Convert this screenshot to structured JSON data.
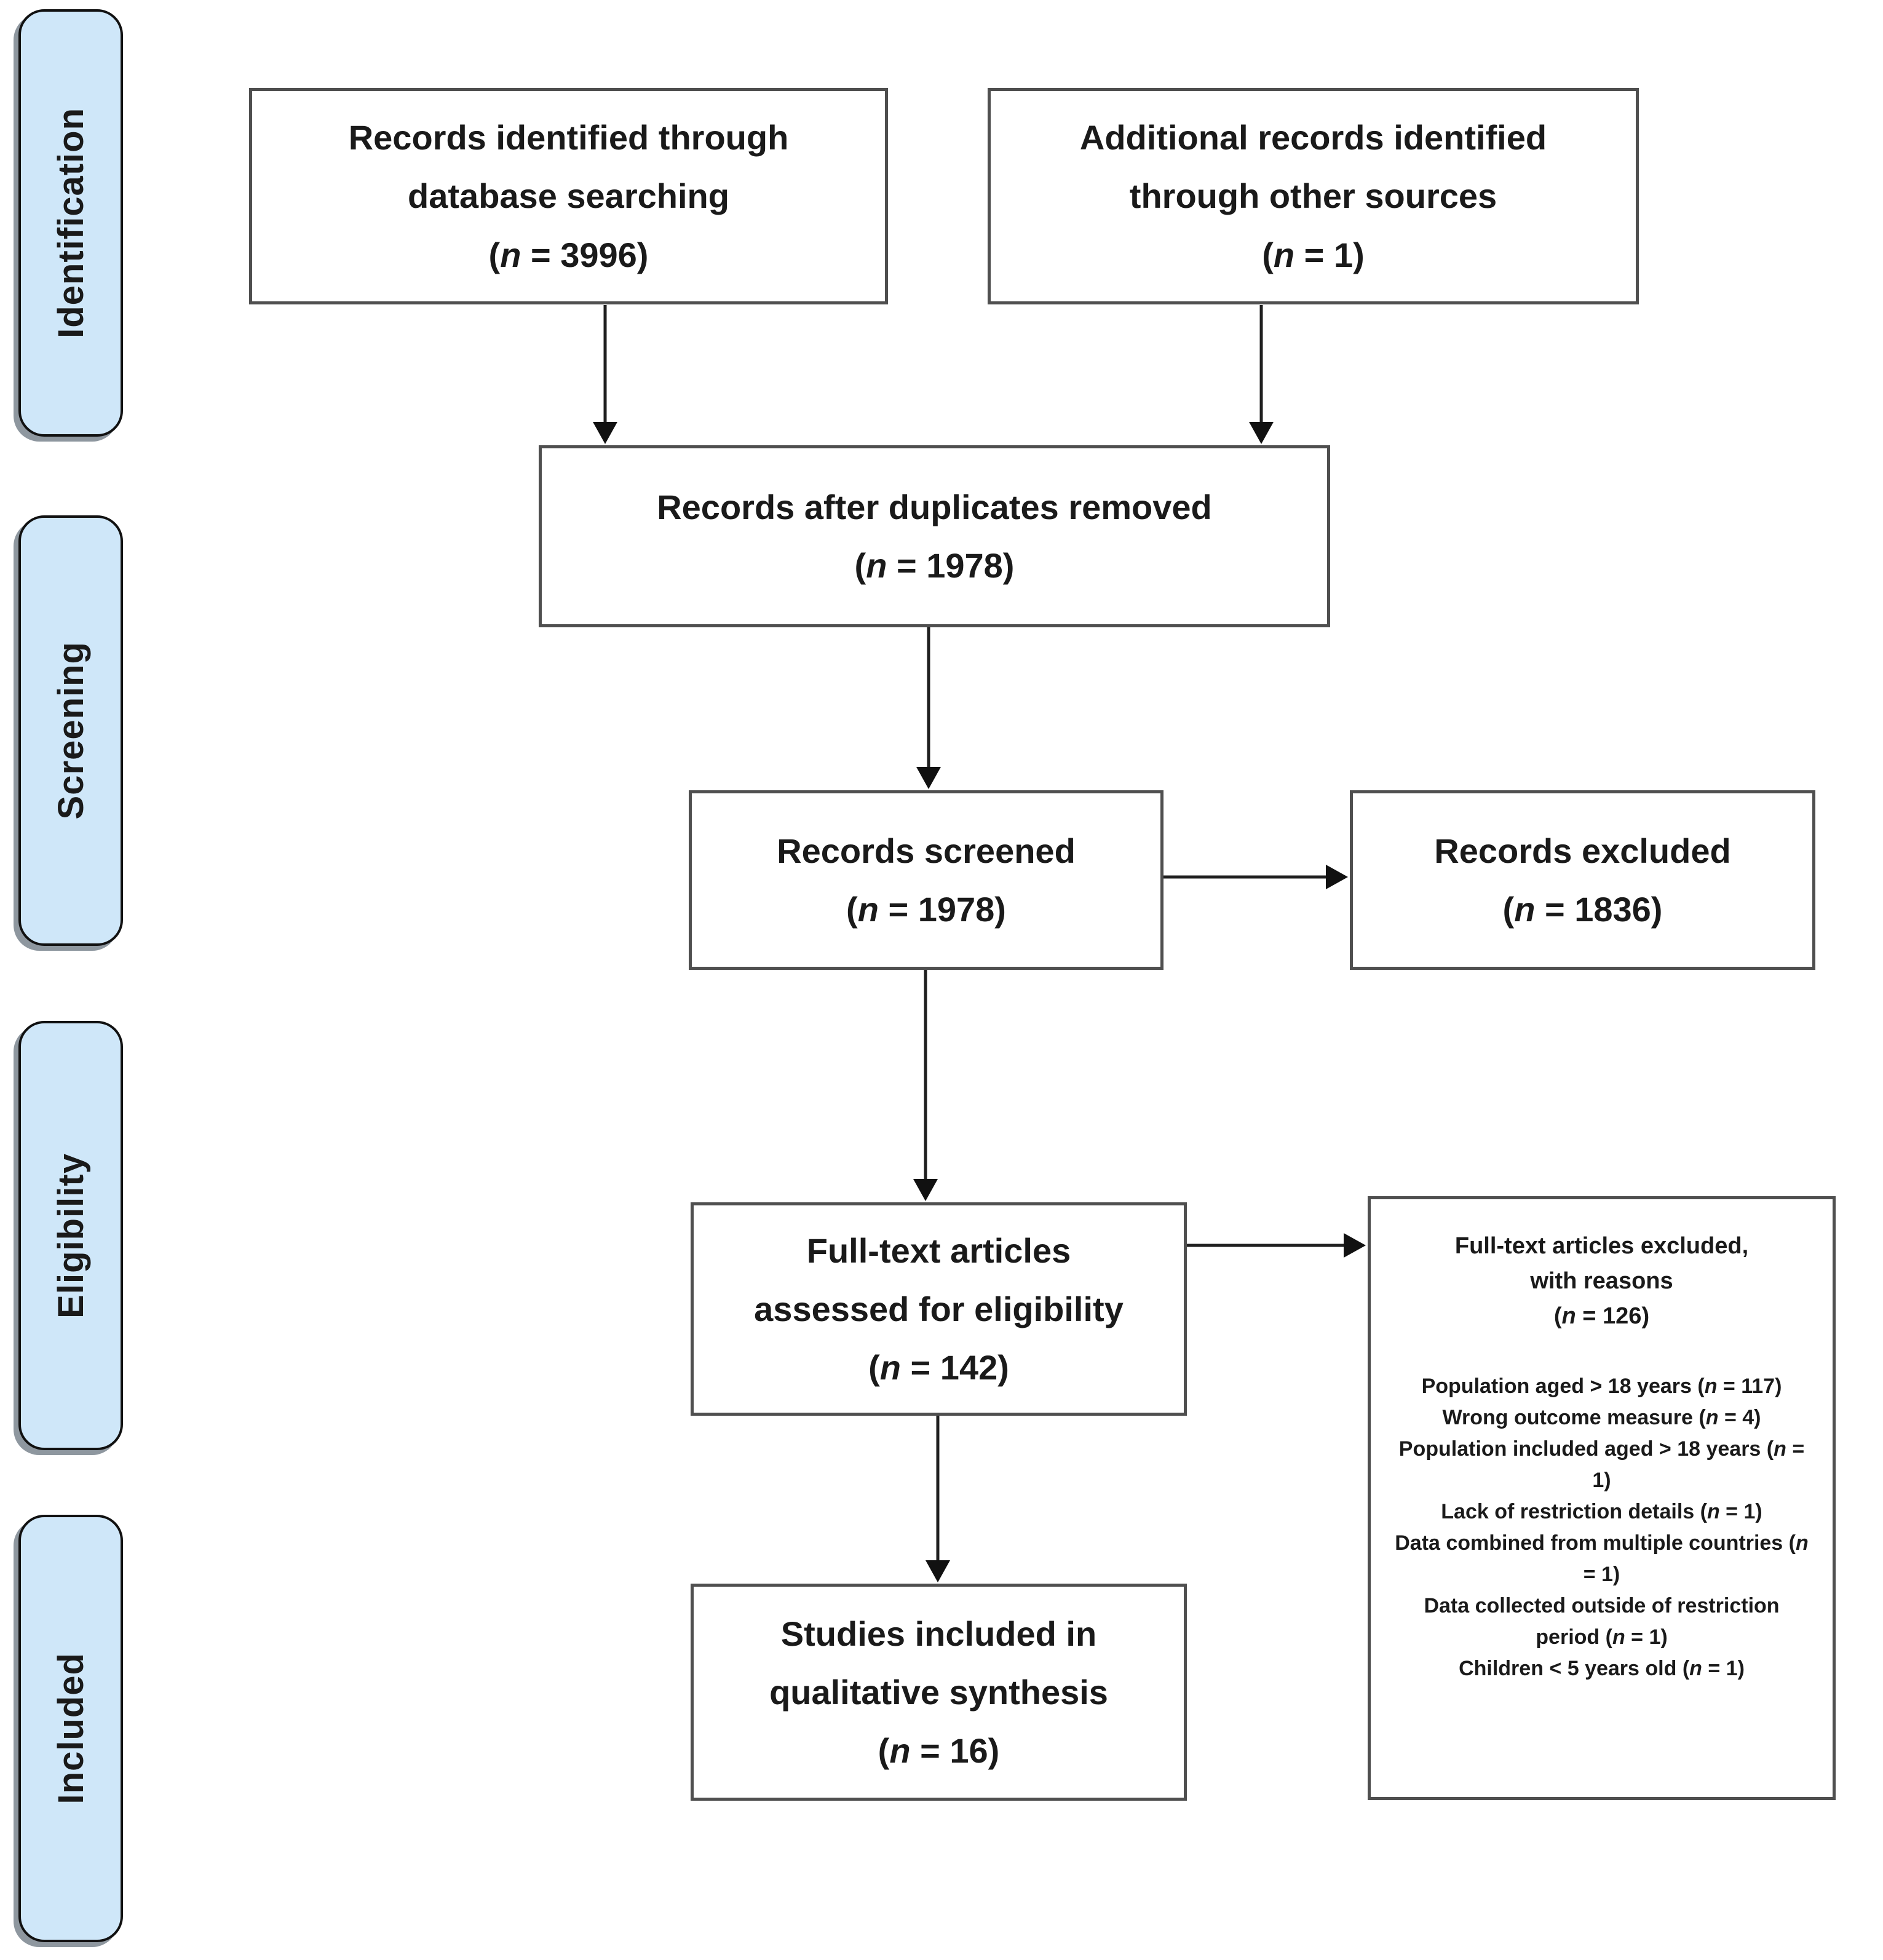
{
  "sidebar": {
    "stages": [
      {
        "label": "Identification"
      },
      {
        "label": "Screening"
      },
      {
        "label": "Eligibility"
      },
      {
        "label": "Included"
      }
    ]
  },
  "boxes": {
    "identified": {
      "lines": [
        "Records identified through",
        "database searching",
        "(n = 3996)"
      ]
    },
    "additional": {
      "lines": [
        "Additional records identified",
        "through other sources",
        "(n = 1)"
      ]
    },
    "duplicates_removed": {
      "lines": [
        "Records after duplicates removed",
        "(n = 1978)"
      ]
    },
    "screened": {
      "lines": [
        "Records screened",
        "(n = 1978)"
      ]
    },
    "excluded": {
      "lines": [
        "Records excluded",
        "(n = 1836)"
      ]
    },
    "fulltext_assessed": {
      "lines": [
        "Full-text articles",
        "assessed for eligibility",
        "(n = 142)"
      ]
    },
    "fulltext_excluded": {
      "header": [
        "Full-text articles excluded,",
        "with reasons",
        "(n = 126)"
      ],
      "reasons": [
        "Population aged > 18 years (n = 117)",
        "Wrong outcome measure (n = 4)",
        "Population included aged > 18 years (n = 1)",
        "Lack of restriction details (n = 1)",
        "Data combined from multiple countries (n = 1)",
        "Data collected outside of restriction period (n = 1)",
        "Children < 5 years old (n = 1)"
      ]
    },
    "included_synthesis": {
      "lines": [
        "Studies included in",
        "qualitative synthesis",
        "(n = 16)"
      ]
    }
  },
  "colors": {
    "stage_fill": "#cfe7f9",
    "stage_shadow": "#8e979f",
    "box_border": "#4f4f4f",
    "arrow": "#1f1f1f",
    "text": "#1a1a1a"
  }
}
